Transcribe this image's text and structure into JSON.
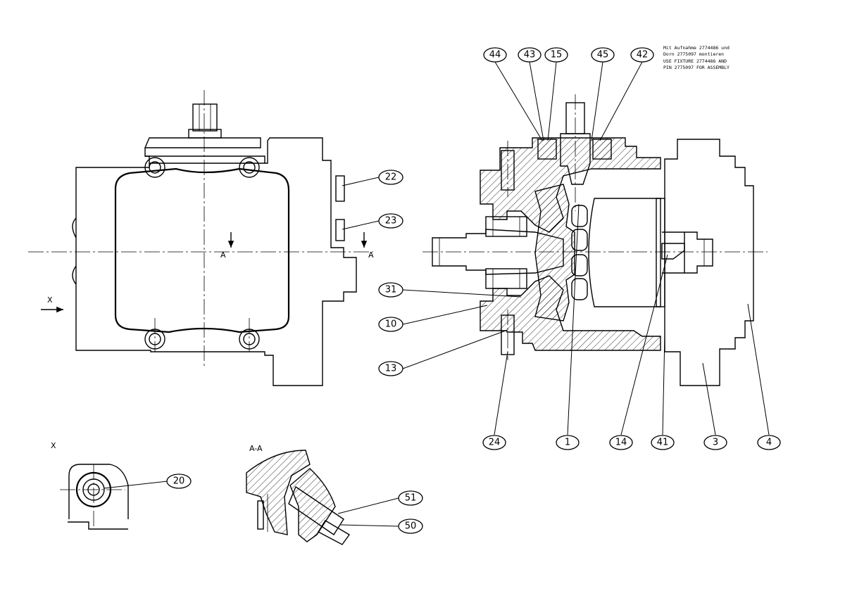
{
  "note": {
    "lines": [
      "Mit Aufnahme 2774486 und",
      "Dorn 2775097 montieren",
      "USE FIXTURE 2774486 AND",
      "PIN 2775097 FOR ASSEMBLY"
    ]
  },
  "views": {
    "x_label": "X",
    "section_label": "A-A",
    "arrow_x": "X",
    "cut_left": "A",
    "cut_right": "A"
  },
  "balloons": {
    "b44": "44",
    "b43": "43",
    "b15": "15",
    "b45": "45",
    "b42": "42",
    "b22": "22",
    "b23": "23",
    "b31": "31",
    "b10": "10",
    "b13": "13",
    "b24": "24",
    "b1": "1",
    "b14": "14",
    "b41": "41",
    "b3": "3",
    "b4": "4",
    "b20": "20",
    "b51": "51",
    "b50": "50"
  }
}
